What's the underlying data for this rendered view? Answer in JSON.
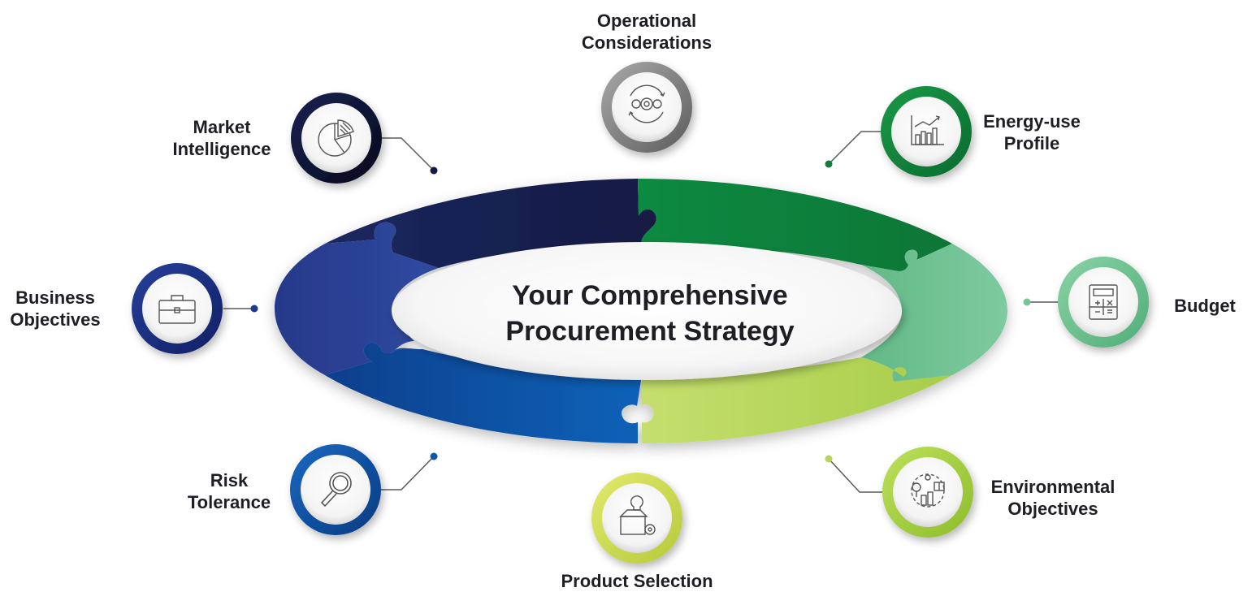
{
  "title_lines": [
    "Your Comprehensive",
    "Procurement Strategy"
  ],
  "items": [
    {
      "id": "operational-considerations",
      "lines": [
        "Operational",
        "Considerations"
      ],
      "icon": "gears-cycle-icon",
      "color": "#8a8a8a"
    },
    {
      "id": "energy-use-profile",
      "lines": [
        "Energy-use",
        "Profile"
      ],
      "icon": "bar-chart-growth-icon",
      "color": "#138a3e"
    },
    {
      "id": "budget",
      "lines": [
        "Budget"
      ],
      "icon": "calculator-icon",
      "color": "#6cc08c"
    },
    {
      "id": "environmental-objectives",
      "lines": [
        "Environmental",
        "Objectives"
      ],
      "icon": "eco-city-icon",
      "color": "#a6cf3f"
    },
    {
      "id": "product-selection",
      "lines": [
        "Product Selection"
      ],
      "icon": "box-lightbulb-icon",
      "color": "#cddc4a"
    },
    {
      "id": "risk-tolerance",
      "lines": [
        "Risk",
        "Tolerance"
      ],
      "icon": "magnifier-icon",
      "color": "#0e4fa3"
    },
    {
      "id": "business-objectives",
      "lines": [
        "Business",
        "Objectives"
      ],
      "icon": "briefcase-icon",
      "color": "#1b2f7f"
    },
    {
      "id": "market-intelligence",
      "lines": [
        "Market",
        "Intelligence"
      ],
      "icon": "pie-chart-icon",
      "color": "#0b1233"
    }
  ],
  "segment_colors": {
    "top_left": "#17204f",
    "left": "#263f8f",
    "bottom_left": "#0d56a8",
    "top_right": "#0e7e3a",
    "right": "#79c495",
    "bottom_right": "#b7d55c"
  }
}
